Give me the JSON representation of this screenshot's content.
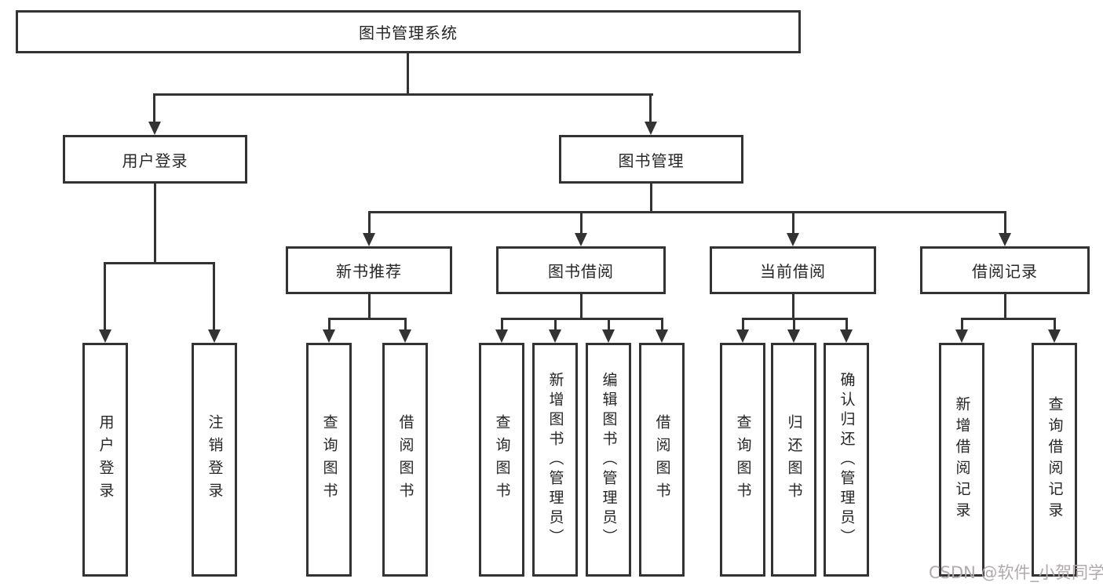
{
  "colors": {
    "line": "#333333",
    "text": "#262626",
    "watermark": "#b1a9ab",
    "background": "#ffffff"
  },
  "watermark": "CSDN @软件_小贺同学",
  "tree": {
    "root": {
      "label": "图书管理系统"
    },
    "children": [
      {
        "label": "用户登录",
        "children": [
          {
            "label": "用户登录"
          },
          {
            "label": "注销登录"
          }
        ]
      },
      {
        "label": "图书管理",
        "children": [
          {
            "label": "新书推荐",
            "children": [
              {
                "label": "查询图书"
              },
              {
                "label": "借阅图书"
              }
            ]
          },
          {
            "label": "图书借阅",
            "children": [
              {
                "label": "查询图书"
              },
              {
                "label": "新增图书（管理员）"
              },
              {
                "label": "编辑图书（管理员）"
              },
              {
                "label": "借阅图书"
              }
            ]
          },
          {
            "label": "当前借阅",
            "children": [
              {
                "label": "查询图书"
              },
              {
                "label": "归还图书"
              },
              {
                "label": "确认归还（管理员）"
              }
            ]
          },
          {
            "label": "借阅记录",
            "children": [
              {
                "label": "新增借阅记录"
              },
              {
                "label": "查询借阅记录"
              }
            ]
          }
        ]
      }
    ]
  }
}
